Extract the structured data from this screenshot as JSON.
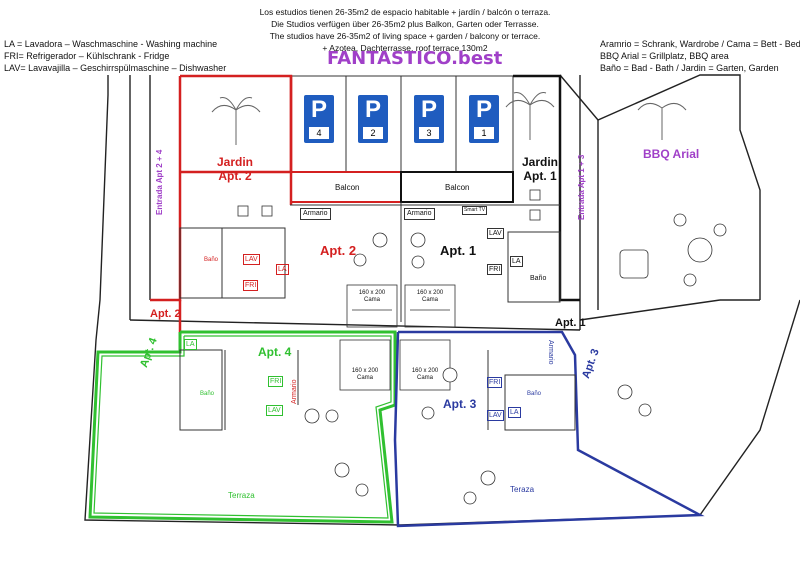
{
  "header": {
    "es": "Los estudios tienen 26-35m2 de espacio habitable + jardín / balcón o terraza.",
    "de": "Die Studios verfügen über 26-35m2 plus Balkon, Garten oder Terrasse.",
    "en": "The studios have 26-35m2 of living space + garden / balcony or terrace.",
    "extra": "+ Azotea, Dachterrasse, roof terrace 130m2",
    "brand": "FANTASTICO.best"
  },
  "legend_left": [
    "LA = Lavadora – Waschmaschine - Washing machine",
    "FRI= Refrigerador – Kühlschrank - Fridge",
    "LAV= Lavavajilla – Geschirrspülmaschine – Dishwasher"
  ],
  "legend_right": [
    "Aramrio = Schrank, Wardrobe / Cama = Bett - Bed",
    "BBQ Arial = Grillplatz, BBQ area",
    "Baño = Bad -  Bath / Jardin = Garten, Garden"
  ],
  "parking": [
    {
      "letter": "P",
      "number": "4"
    },
    {
      "letter": "P",
      "number": "2"
    },
    {
      "letter": "P",
      "number": "3"
    },
    {
      "letter": "P",
      "number": "1"
    }
  ],
  "labels": {
    "jardin2_a": "Jardin",
    "jardin2_b": "Apt. 2",
    "jardin1_a": "Jardin",
    "jardin1_b": "Apt. 1",
    "bbq": "BBQ Arial",
    "entrada24": "Entrada Apt 2 + 4",
    "entrada13": "Entrada Apt 1 + 3",
    "balcon_left": "Balcon",
    "balcon_right": "Balcon",
    "apt2": "Apt. 2",
    "apt1": "Apt. 1",
    "apt4": "Apt. 4",
    "apt3": "Apt. 3",
    "apt2_side": "Apt. 2",
    "apt1_side": "Apt. 1",
    "apt4_side": "Apt. 4",
    "apt3_side": "Apt. 3",
    "armario": "Armario",
    "smart_tv": "Smart TV",
    "lav": "LAV",
    "fri": "FRI",
    "la": "LA",
    "bano": "Baño",
    "bed_size": "160 x 200",
    "bed_word": "Cama",
    "terraza": "Terraza",
    "teraza": "Teraza"
  },
  "colors": {
    "apt2": "#d42020",
    "apt1": "#111111",
    "apt4": "#30c030",
    "apt3": "#2a3aa0",
    "purple": "#a040c8",
    "parking": "#1f5cbf"
  }
}
